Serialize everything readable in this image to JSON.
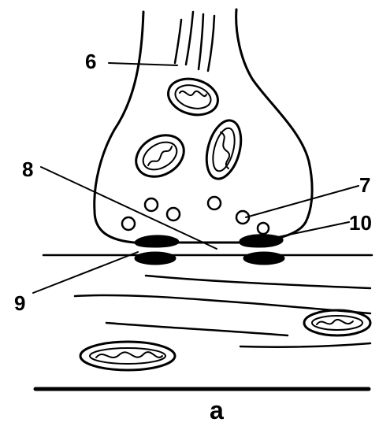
{
  "labels": {
    "l6": "6",
    "l7": "7",
    "l8": "8",
    "l9": "9",
    "l10": "10",
    "caption": "a"
  },
  "colors": {
    "ink": "#000000",
    "paper": "#ffffff"
  }
}
